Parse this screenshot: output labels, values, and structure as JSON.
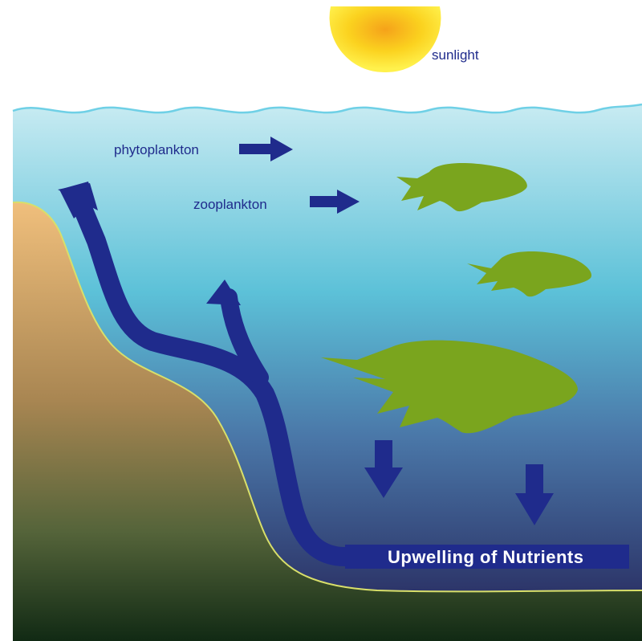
{
  "labels": {
    "sunlight": "sunlight",
    "phytoplankton": "phytoplankton",
    "zooplankton": "zooplankton",
    "upwelling": "Upwelling of Nutrients"
  },
  "colors": {
    "water_top": "#b9e4ee",
    "water_mid": "#55bcd6",
    "water_deep": "#2a2a66",
    "land_top": "#e8b877",
    "land_bottom": "#163014",
    "fish": "#7aa51e",
    "arrow": "#1f2b8c",
    "sun_center": "#f7b21c",
    "sun_edge": "#ffe94a"
  }
}
